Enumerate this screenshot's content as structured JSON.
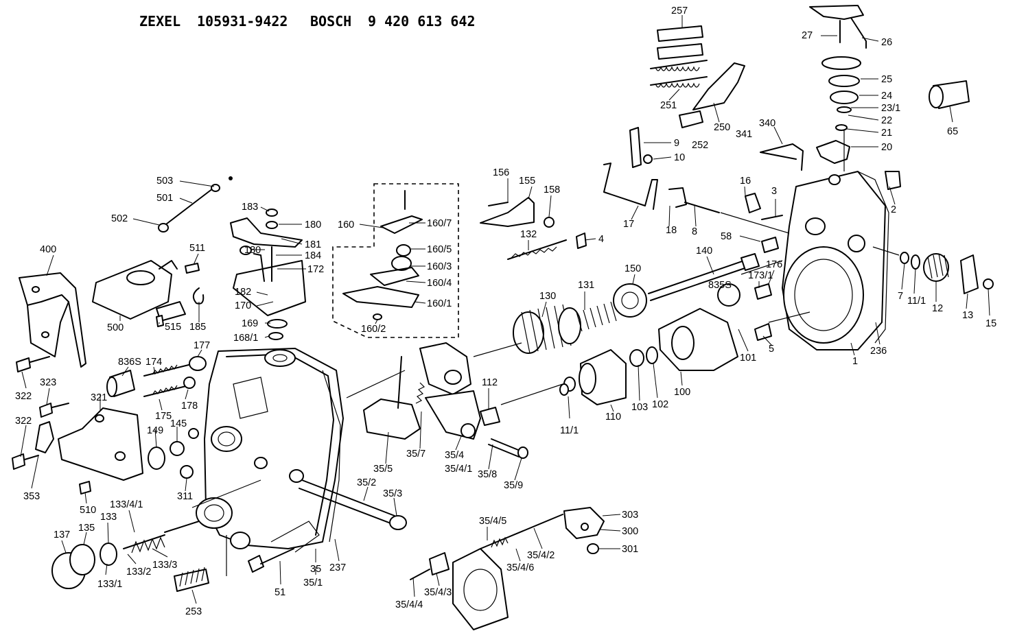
{
  "header": {
    "brand1": "ZEXEL",
    "number1": "105931-9422",
    "brand2": "BOSCH",
    "number2": "9 420 613 642"
  },
  "callouts": [
    {
      "id": "c257",
      "text": "257"
    },
    {
      "id": "c27",
      "text": "27"
    },
    {
      "id": "c26",
      "text": "26"
    },
    {
      "id": "c25",
      "text": "25"
    },
    {
      "id": "c24",
      "text": "24"
    },
    {
      "id": "c23_1",
      "text": "23/1"
    },
    {
      "id": "c22",
      "text": "22"
    },
    {
      "id": "c21",
      "text": "21"
    },
    {
      "id": "c20",
      "text": "20"
    },
    {
      "id": "c65",
      "text": "65"
    },
    {
      "id": "c251",
      "text": "251"
    },
    {
      "id": "c250",
      "text": "250"
    },
    {
      "id": "c252",
      "text": "252"
    },
    {
      "id": "c341",
      "text": "341"
    },
    {
      "id": "c340",
      "text": "340"
    },
    {
      "id": "c9",
      "text": "9"
    },
    {
      "id": "c10",
      "text": "10"
    },
    {
      "id": "c156",
      "text": "156"
    },
    {
      "id": "c155",
      "text": "155"
    },
    {
      "id": "c158",
      "text": "158"
    },
    {
      "id": "c16",
      "text": "16"
    },
    {
      "id": "c3",
      "text": "3"
    },
    {
      "id": "c2",
      "text": "2"
    },
    {
      "id": "c17",
      "text": "17"
    },
    {
      "id": "c18",
      "text": "18"
    },
    {
      "id": "c8",
      "text": "8"
    },
    {
      "id": "c4",
      "text": "4"
    },
    {
      "id": "c503",
      "text": "503"
    },
    {
      "id": "c501",
      "text": "501"
    },
    {
      "id": "c502",
      "text": "502"
    },
    {
      "id": "c183",
      "text": "183"
    },
    {
      "id": "c180a",
      "text": "180"
    },
    {
      "id": "c160",
      "text": "160"
    },
    {
      "id": "c160_7",
      "text": "160/7"
    },
    {
      "id": "c181",
      "text": "181"
    },
    {
      "id": "c180b",
      "text": "180"
    },
    {
      "id": "c184",
      "text": "184"
    },
    {
      "id": "c160_5",
      "text": "160/5"
    },
    {
      "id": "c132",
      "text": "132"
    },
    {
      "id": "c58",
      "text": "58"
    },
    {
      "id": "c140",
      "text": "140"
    },
    {
      "id": "c511",
      "text": "511"
    },
    {
      "id": "c172",
      "text": "172"
    },
    {
      "id": "c160_3",
      "text": "160/3"
    },
    {
      "id": "c176",
      "text": "176"
    },
    {
      "id": "c400",
      "text": "400"
    },
    {
      "id": "c150",
      "text": "150"
    },
    {
      "id": "c173_1",
      "text": "173/1"
    },
    {
      "id": "c7",
      "text": "7"
    },
    {
      "id": "c11_1a",
      "text": "11/1"
    },
    {
      "id": "c12",
      "text": "12"
    },
    {
      "id": "c13",
      "text": "13"
    },
    {
      "id": "c15",
      "text": "15"
    },
    {
      "id": "c182",
      "text": "182"
    },
    {
      "id": "c160_4",
      "text": "160/4"
    },
    {
      "id": "c131",
      "text": "131"
    },
    {
      "id": "c835s",
      "text": "835S"
    },
    {
      "id": "c130",
      "text": "130"
    },
    {
      "id": "c160_1",
      "text": "160/1"
    },
    {
      "id": "c170",
      "text": "170"
    },
    {
      "id": "c169",
      "text": "169"
    },
    {
      "id": "c515",
      "text": "515"
    },
    {
      "id": "c185",
      "text": "185"
    },
    {
      "id": "c500",
      "text": "500"
    },
    {
      "id": "c160_2",
      "text": "160/2"
    },
    {
      "id": "c168_1",
      "text": "168/1"
    },
    {
      "id": "c5",
      "text": "5"
    },
    {
      "id": "c236",
      "text": "236"
    },
    {
      "id": "c101",
      "text": "101"
    },
    {
      "id": "c1",
      "text": "1"
    },
    {
      "id": "c177",
      "text": "177"
    },
    {
      "id": "c836s",
      "text": "836S"
    },
    {
      "id": "c174",
      "text": "174"
    },
    {
      "id": "c322a",
      "text": "322"
    },
    {
      "id": "c100",
      "text": "100"
    },
    {
      "id": "c112",
      "text": "112"
    },
    {
      "id": "c323",
      "text": "323"
    },
    {
      "id": "c321",
      "text": "321"
    },
    {
      "id": "c178",
      "text": "178"
    },
    {
      "id": "c175",
      "text": "175"
    },
    {
      "id": "c103",
      "text": "103"
    },
    {
      "id": "c102",
      "text": "102"
    },
    {
      "id": "c322b",
      "text": "322"
    },
    {
      "id": "c149",
      "text": "149"
    },
    {
      "id": "c145",
      "text": "145"
    },
    {
      "id": "c110",
      "text": "110"
    },
    {
      "id": "c11_1b",
      "text": "11/1"
    },
    {
      "id": "c35_7",
      "text": "35/7"
    },
    {
      "id": "c35_4",
      "text": "35/4"
    },
    {
      "id": "c35_4_1",
      "text": "35/4/1"
    },
    {
      "id": "c35_5",
      "text": "35/5"
    },
    {
      "id": "c35_8",
      "text": "35/8"
    },
    {
      "id": "c35_9",
      "text": "35/9"
    },
    {
      "id": "c353",
      "text": "353"
    },
    {
      "id": "c311",
      "text": "311"
    },
    {
      "id": "c510",
      "text": "510"
    },
    {
      "id": "c35_2",
      "text": "35/2"
    },
    {
      "id": "c35_3",
      "text": "35/3"
    },
    {
      "id": "c133_4_1",
      "text": "133/4/1"
    },
    {
      "id": "c133",
      "text": "133"
    },
    {
      "id": "c135",
      "text": "135"
    },
    {
      "id": "c137",
      "text": "137"
    },
    {
      "id": "c303",
      "text": "303"
    },
    {
      "id": "c35_4_5",
      "text": "35/4/5"
    },
    {
      "id": "c300",
      "text": "300"
    },
    {
      "id": "c301",
      "text": "301"
    },
    {
      "id": "c35_4_2",
      "text": "35/4/2"
    },
    {
      "id": "c133_3",
      "text": "133/3"
    },
    {
      "id": "c133_2",
      "text": "133/2"
    },
    {
      "id": "c133_1",
      "text": "133/1"
    },
    {
      "id": "c35",
      "text": "35"
    },
    {
      "id": "c237",
      "text": "237"
    },
    {
      "id": "c35_1",
      "text": "35/1"
    },
    {
      "id": "c35_4_6",
      "text": "35/4/6"
    },
    {
      "id": "c51",
      "text": "51"
    },
    {
      "id": "c253",
      "text": "253"
    },
    {
      "id": "c35_4_3",
      "text": "35/4/3"
    },
    {
      "id": "c35_4_4",
      "text": "35/4/4"
    }
  ]
}
